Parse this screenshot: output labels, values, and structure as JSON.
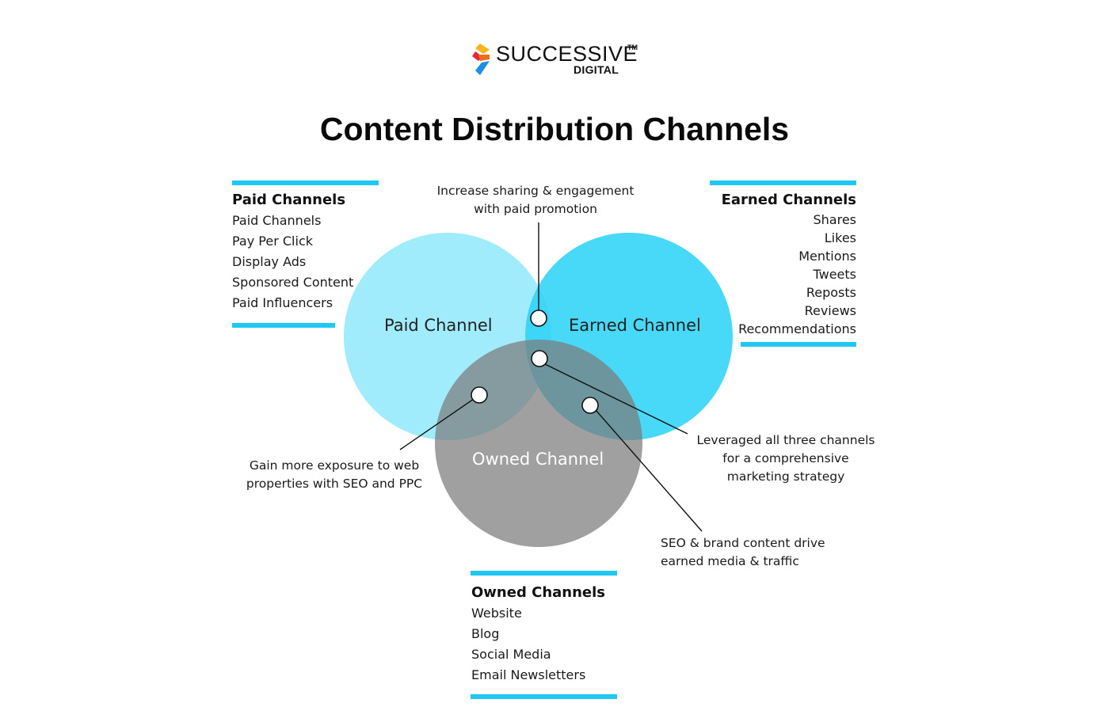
{
  "brand": {
    "name": "SUCCESSIVE",
    "trademark": "TM",
    "sub": "DIGITAL",
    "colors": [
      "#f26b1d",
      "#f5b51b",
      "#e8243a",
      "#1f8ee8"
    ]
  },
  "title": "Content Distribution Channels",
  "colors": {
    "accent_bar": "#1ec8f2",
    "paid_circle": "#8fe8fb",
    "earned_circle": "#2fd3f7",
    "owned_circle": "#8a8a8a"
  },
  "circles": {
    "paid": "Paid Channel",
    "earned": "Earned Channel",
    "owned": "Owned Channel"
  },
  "paid_group": {
    "heading": "Paid Channels",
    "items": [
      "Paid Channels",
      "Pay Per Click",
      "Display Ads",
      "Sponsored Content",
      "Paid Influencers"
    ]
  },
  "earned_group": {
    "heading": "Earned Channels",
    "items": [
      "Shares",
      "Likes",
      "Mentions",
      "Tweets",
      "Reposts",
      "Reviews",
      "Recommendations"
    ]
  },
  "owned_group": {
    "heading": "Owned Channels",
    "items": [
      "Website",
      "Blog",
      "Social Media",
      "Email Newsletters"
    ]
  },
  "annotations": {
    "paid_earned": [
      "Increase sharing & engagement",
      "with paid promotion"
    ],
    "paid_owned": [
      "Gain more exposure to web",
      "properties with SEO and PPC"
    ],
    "all_three": [
      "Leveraged all three channels",
      "for a comprehensive",
      "marketing strategy"
    ],
    "earned_owned": [
      "SEO & brand content drive",
      "earned media & traffic"
    ]
  }
}
